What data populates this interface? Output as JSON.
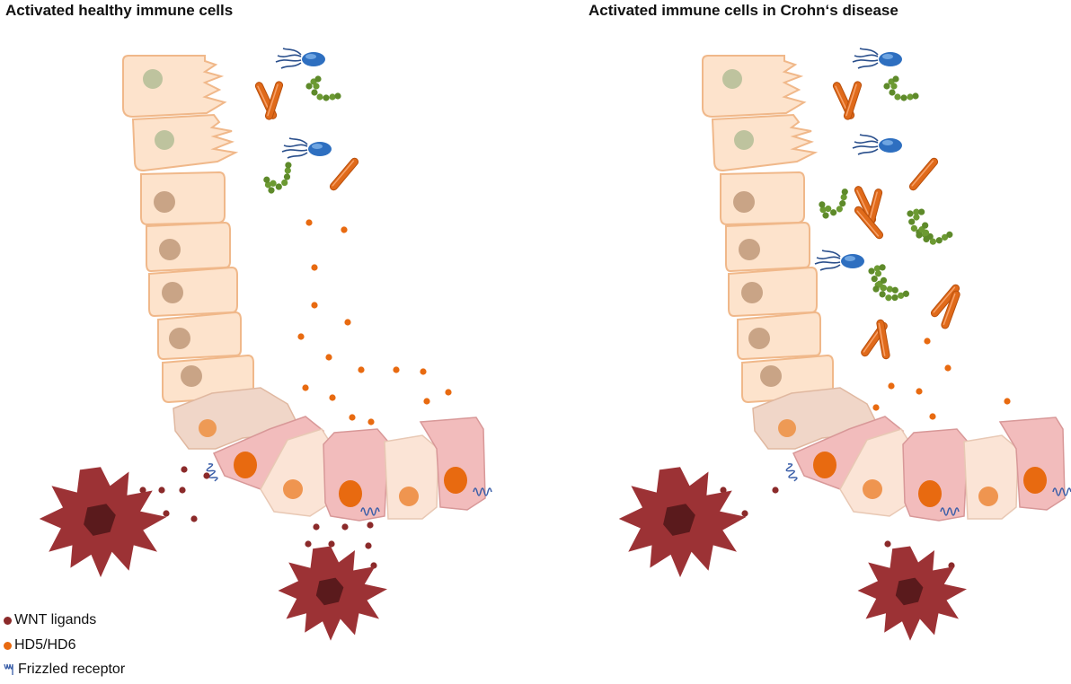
{
  "panels": {
    "left_title": "Activated healthy immune cells",
    "right_title": "Activated immune cells in Crohn‘s disease"
  },
  "legend": {
    "wnt": "WNT ligands",
    "hd": "HD5/HD6",
    "frizzled": "Frizzled receptor"
  },
  "colors": {
    "wnt_ligand": "#8b2a2a",
    "hd5_hd6": "#e86a10",
    "immune_cell": "#9c3235",
    "villus_cell": "#fde3cc",
    "crypt_cell": "#f2bcbc",
    "frizzled": "#3a5ea8",
    "green_bacteria": "#5e8a2a",
    "blue_bacteria": "#2e6fc0"
  },
  "icons": [
    "dendritic-immune-cell-icon",
    "rod-bacteria-icon",
    "coccus-chain-bacteria-icon",
    "flagellated-bacteria-icon",
    "frizzled-receptor-icon"
  ]
}
